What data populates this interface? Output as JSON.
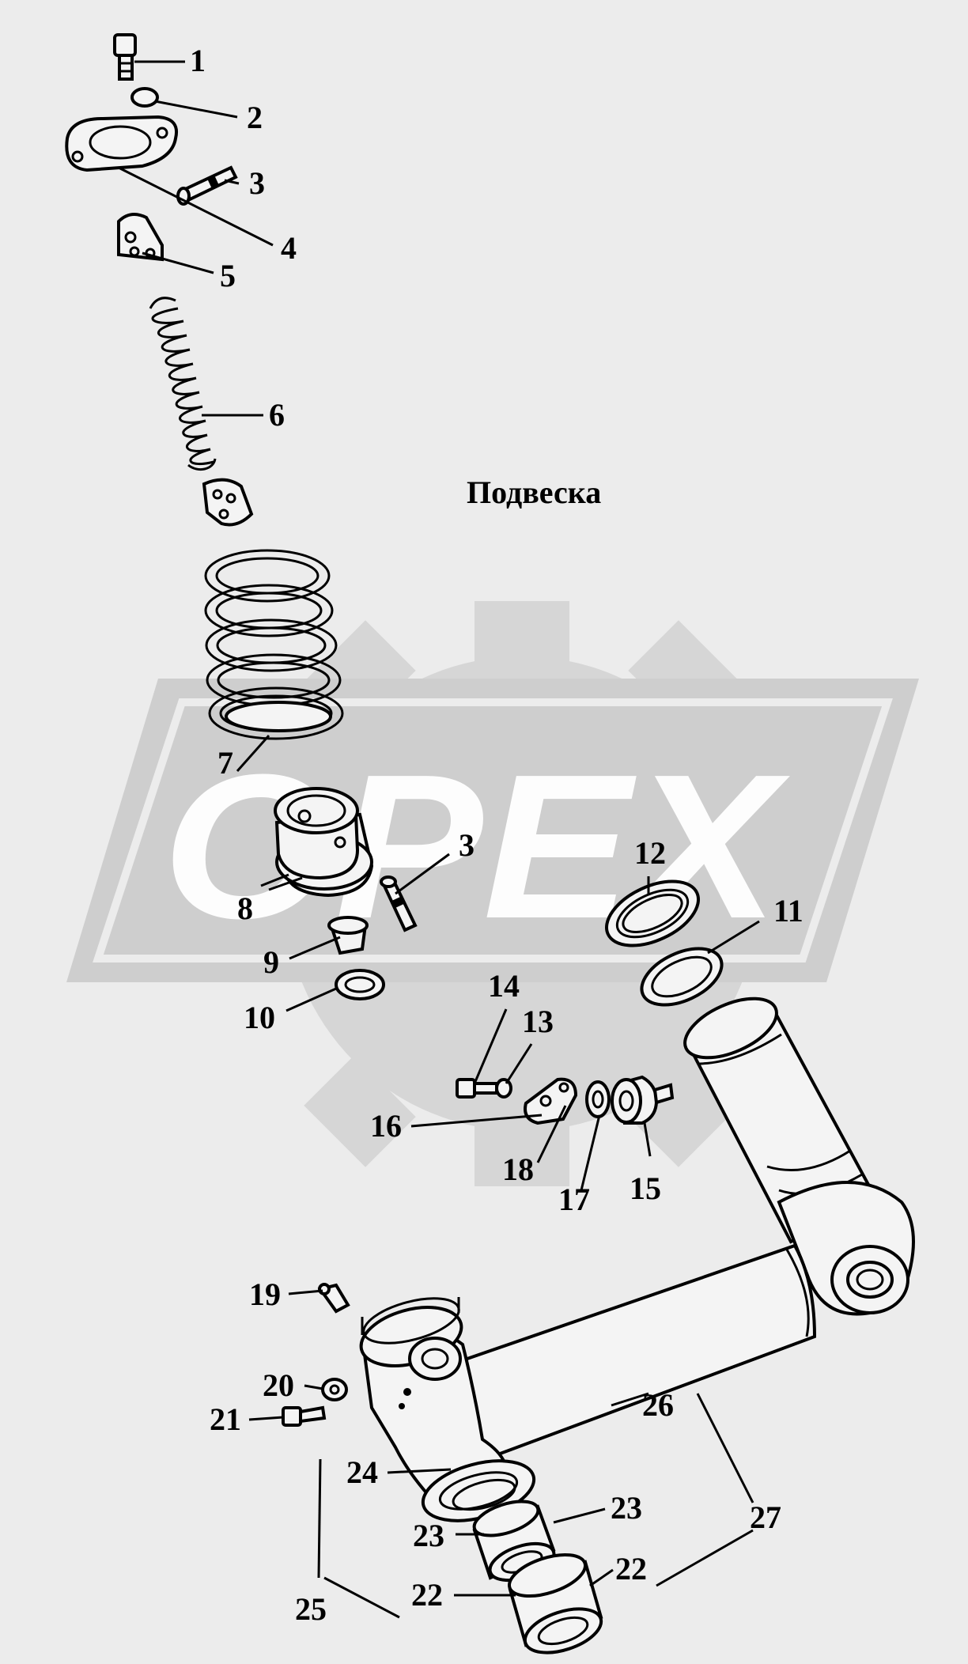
{
  "title": "Подвеска",
  "watermark": {
    "text": "OPEX",
    "color": "#c9c9c9"
  },
  "colors": {
    "background": "#ececec",
    "line": "#000000"
  },
  "callouts": {
    "c1": "1",
    "c2": "2",
    "c3a": "3",
    "c4": "4",
    "c5": "5",
    "c6": "6",
    "c7": "7",
    "c8": "8",
    "c3b": "3",
    "c9": "9",
    "c10": "10",
    "c11": "11",
    "c12": "12",
    "c13": "13",
    "c14": "14",
    "c15": "15",
    "c16": "16",
    "c17": "17",
    "c18": "18",
    "c19": "19",
    "c20": "20",
    "c21": "21",
    "c22a": "22",
    "c22b": "22",
    "c23a": "23",
    "c23b": "23",
    "c24": "24",
    "c25": "25",
    "c26": "26",
    "c27": "27"
  }
}
